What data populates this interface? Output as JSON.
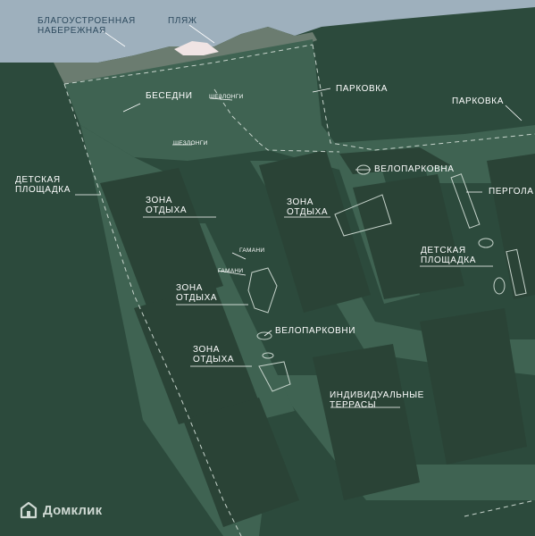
{
  "labels": {
    "embankment": [
      "БЛАГОУСТРОЕННАЯ",
      "НАБЕРЕЖНАЯ"
    ],
    "beach": "ПЛЯЖ",
    "gazebos": "БЕСЕДНИ",
    "loungers_top": "ШЕЗЛОНГИ",
    "loungers_mid": "ШЕЗЛОНГИ",
    "parking_1": "ПАРКОВКА",
    "parking_2": "ПАРКОВКА",
    "playground_left": [
      "ДЕТСКАЯ",
      "ПЛОЩАДКА"
    ],
    "bike_parking_top": "ВЕЛОПАРКОВНА",
    "pergola": "ПЕРГОЛА",
    "rest_zone_1": [
      "ЗОНА",
      "ОТДЫХА"
    ],
    "rest_zone_2": [
      "ЗОНА",
      "ОТДЫХА"
    ],
    "rest_zone_3": [
      "ЗОНА",
      "ОТДЫХА"
    ],
    "rest_zone_4": [
      "ЗОНА",
      "ОТДЫХА"
    ],
    "hammocks_1": "ГАМАНИ",
    "hammocks_2": "ГАМАНИ",
    "playground_right": [
      "ДЕТСКАЯ",
      "ПЛОЩАДКА"
    ],
    "bike_parking_mid": "ВЕЛОПАРКОВНИ",
    "terraces": [
      "ИНДИВИДУАЛЬНЫЕ",
      "ТЕРРАСЫ"
    ]
  },
  "brand": {
    "name": "Домклик",
    "icon": "house-logo-icon"
  },
  "colors": {
    "water": "#9eb0bd",
    "shore": "#6b7c70",
    "ground": "#2c4a3c",
    "paths": "#3f6352",
    "buildings": "#2a4336",
    "text": "#ffffff"
  }
}
